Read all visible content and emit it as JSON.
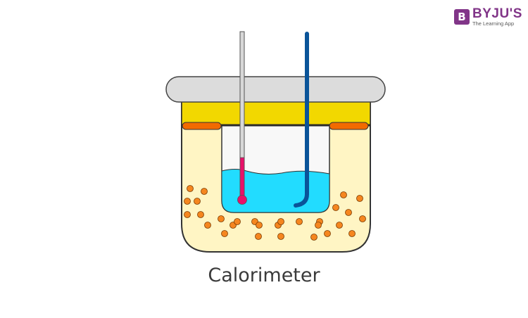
{
  "logo": {
    "mark": "B",
    "title": "BYJU'S",
    "subtitle": "The Learning App"
  },
  "diagram": {
    "caption": "Calorimeter",
    "colors": {
      "lid": "#dcdcdc",
      "insulation_top": "#f2d800",
      "outer_body": "#fff5c4",
      "inner_vessel": "#f8f8f8",
      "water": "#22dcff",
      "gasket": "#f26a00",
      "thermometer_bulb": "#e8106a",
      "stirrer": "#0a5499",
      "particles": "#f5861f",
      "outline": "#333333"
    },
    "parts": [
      "lid",
      "insulation",
      "outer-vessel",
      "inner-vessel",
      "water",
      "thermometer",
      "stirrer",
      "gaskets",
      "insulating-particles"
    ]
  }
}
